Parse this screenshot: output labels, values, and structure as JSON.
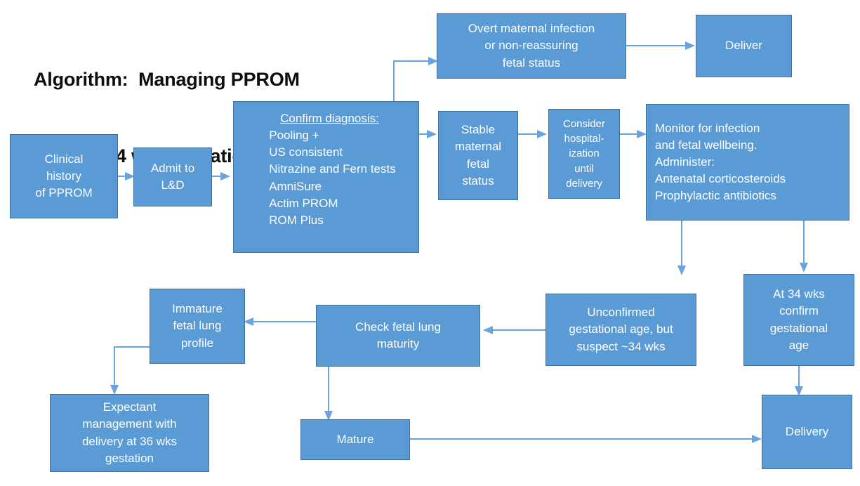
{
  "title": {
    "line1": "Algorithm:  Managing PPROM",
    "line2": "23-34 wks gestation"
  },
  "colors": {
    "node_fill": "#5B9BD5",
    "node_border": "#41719C",
    "node_text": "#FFFFFF",
    "connector": "#6BA4DD",
    "title_text": "#0D0D0D",
    "background": "#FFFFFF"
  },
  "nodes": {
    "clinical_history": "Clinical\nhistory\nof PPROM",
    "admit_ld": "Admit to\nL&D",
    "confirm_diagnosis_heading": "Confirm diagnosis:",
    "confirm_diagnosis_items": "Pooling +\nUS consistent\nNitrazine and Fern tests\nAmniSure\nActim PROM\nROM Plus",
    "overt_infection": "Overt maternal infection\nor non-reassuring\nfetal status",
    "deliver": "Deliver",
    "stable_status": "Stable\nmaternal\nfetal\nstatus",
    "consider_hospitalization": "Consider\nhospital-\nization\nuntil\ndelivery",
    "monitor_infection": "Monitor for infection\n and fetal wellbeing.\nAdminister:\n  Antenatal corticosteroids\n  Prophylactic antibiotics",
    "unconfirmed_age": "Unconfirmed\ngestational age, but\nsuspect ~34 wks",
    "at_34_wks": "At 34 wks\nconfirm\ngestational\nage",
    "check_lung_maturity": "Check fetal lung\nmaturity",
    "immature_profile": "Immature\nfetal lung\nprofile",
    "expectant_management": "Expectant\nmanagement with\ndelivery at 36 wks\ngestation",
    "mature": "Mature",
    "delivery": "Delivery"
  },
  "flow": {
    "edges": [
      {
        "from": "clinical_history",
        "to": "admit_ld"
      },
      {
        "from": "admit_ld",
        "to": "confirm_diagnosis"
      },
      {
        "from": "confirm_diagnosis",
        "to": "overt_infection"
      },
      {
        "from": "overt_infection",
        "to": "deliver"
      },
      {
        "from": "confirm_diagnosis",
        "to": "stable_status"
      },
      {
        "from": "stable_status",
        "to": "consider_hospitalization"
      },
      {
        "from": "consider_hospitalization",
        "to": "monitor_infection"
      },
      {
        "from": "monitor_infection",
        "to": "unconfirmed_age"
      },
      {
        "from": "monitor_infection",
        "to": "at_34_wks"
      },
      {
        "from": "unconfirmed_age",
        "to": "check_lung_maturity"
      },
      {
        "from": "check_lung_maturity",
        "to": "immature_profile"
      },
      {
        "from": "check_lung_maturity",
        "to": "mature"
      },
      {
        "from": "immature_profile",
        "to": "expectant_management"
      },
      {
        "from": "mature",
        "to": "delivery"
      },
      {
        "from": "at_34_wks",
        "to": "delivery"
      }
    ]
  }
}
